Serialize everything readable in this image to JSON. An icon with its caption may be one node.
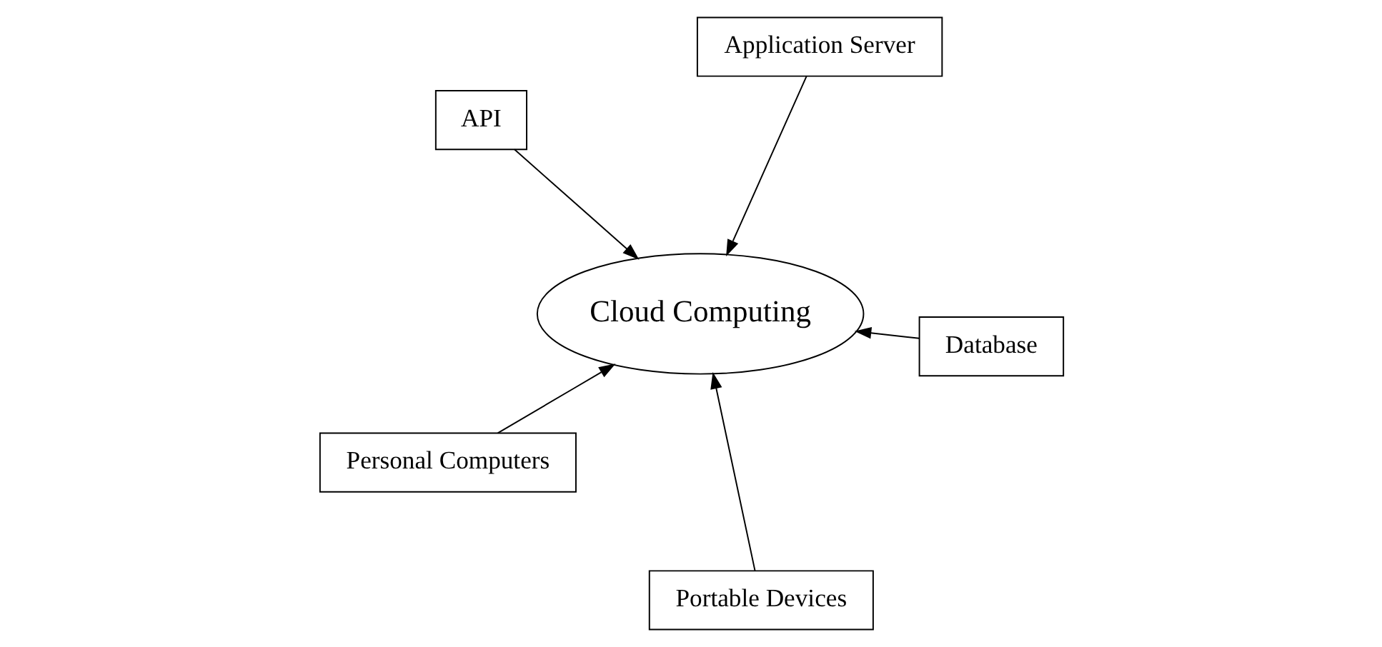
{
  "diagram": {
    "nodes": [
      {
        "text": [
          "API"
        ]
      },
      {
        "text": [
          "Database"
        ]
      },
      {
        "text": [
          "Portable Devices"
        ]
      },
      {
        "text": [
          "Cloud Computing"
        ]
      },
      {
        "text": [
          "Application Server"
        ]
      },
      {
        "text": [
          "Personal Computers"
        ]
      }
    ],
    "edges": [
      {
        "from": 0,
        "to": 3,
        "arrow": "to"
      },
      {
        "from": 1,
        "to": 3,
        "arrow": "to"
      },
      {
        "from": 2,
        "to": 3,
        "arrow": "to"
      },
      {
        "from": 4,
        "to": 3,
        "arrow": "to"
      },
      {
        "from": 5,
        "to": 3,
        "arrow": "to"
      }
    ]
  }
}
